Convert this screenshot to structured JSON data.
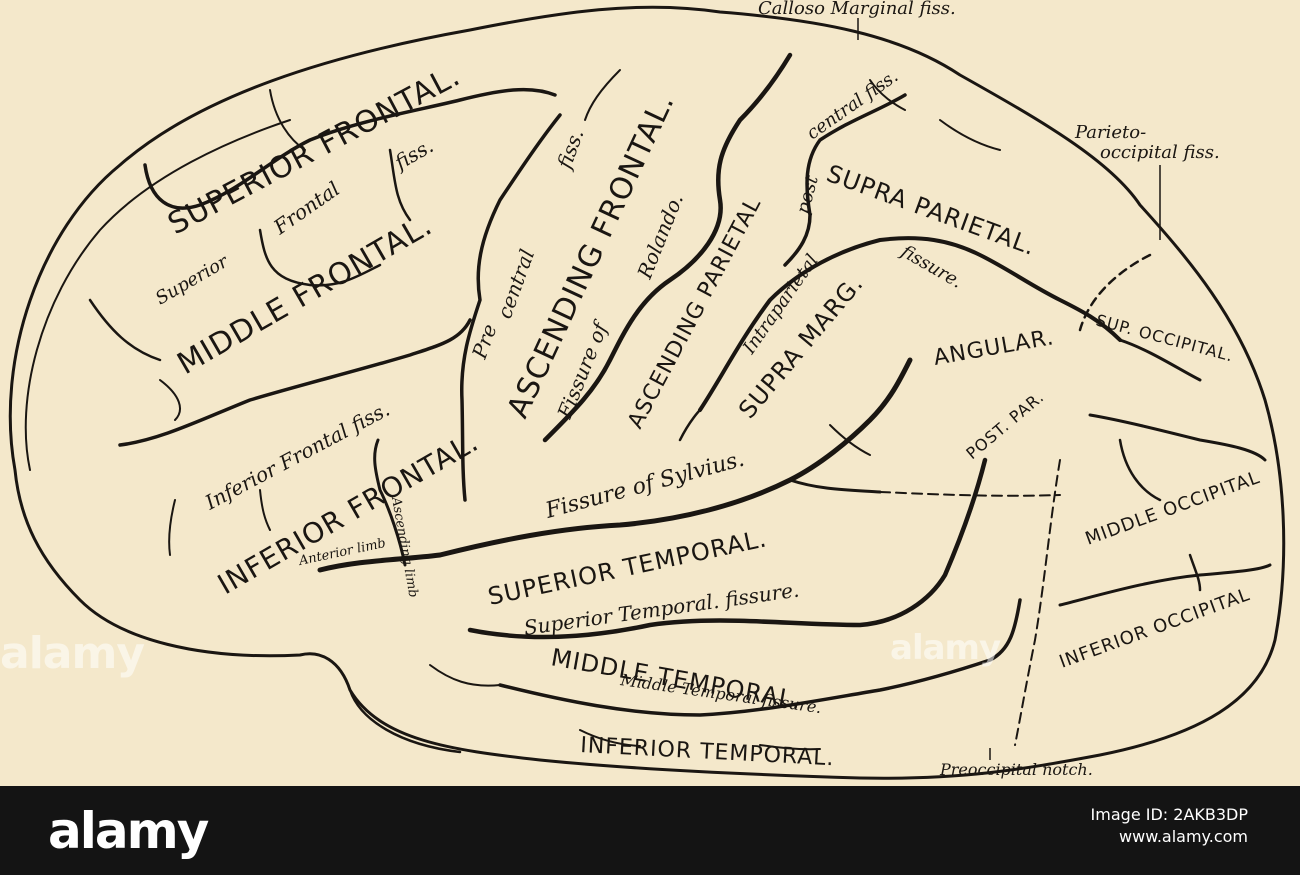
{
  "labels": {
    "calloso_marginal": "Calloso Marginal fiss.",
    "superior_frontal": "SUPERIOR FRONTAL.",
    "frontal_fiss": "Frontal",
    "fiss_top": "fiss.",
    "superior_small": "Superior",
    "middle_frontal": "MIDDLE FRONTAL.",
    "pre_central": "Pre",
    "central": "central",
    "fiss_precentral": "fiss.",
    "ascending_frontal": "ASCENDING FRONTAL.",
    "fissure_of_rolando": "Fissure of",
    "rolando": "Rolando.",
    "ascending_parietal": "ASCENDING PARIETAL",
    "post_central": "post",
    "central_fiss": "central fiss.",
    "supra_parietal": "SUPRA PARIETAL.",
    "parieto": "Parieto-",
    "occipital_fiss": "occipital fiss.",
    "intraparietal": "Intraparietal",
    "fissure_ip": "fissure.",
    "supra_marg": "SUPRA MARG.",
    "angular": "ANGULAR.",
    "sup_occipital": "SUP. OCCIPITAL.",
    "inferior_frontal_fiss": "Inferior Frontal fiss.",
    "inferior_frontal": "INFERIOR FRONTAL.",
    "ascending_limb": "Ascending limb",
    "anterior_limb": "Anterior limb",
    "fissure_of_sylvius": "Fissure of Sylvius.",
    "post_par": "POST. PAR.",
    "middle_occipital": "MIDDLE OCCIPITAL",
    "superior_temporal": "SUPERIOR TEMPORAL.",
    "superior_temporal_fissure": "Superior Temporal. fissure.",
    "inferior_occipital": "INFERIOR OCCIPITAL",
    "middle_temporal": "MIDDLE TEMPORAL.",
    "middle_temporal_fissure": "Middle Temporal fissure.",
    "inferior_temporal": "INFERIOR TEMPORAL.",
    "preoccipital_notch": "Preoccipital notch."
  },
  "watermark": "alamy",
  "footer": {
    "logo": "alamy",
    "image_id": "Image ID: 2AKB3DP",
    "site": "www.alamy.com"
  }
}
